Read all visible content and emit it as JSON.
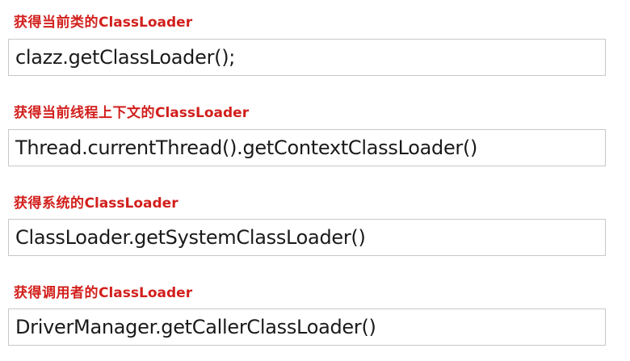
{
  "sections": [
    {
      "heading_cjk": "获得当前类的",
      "heading_latin": "ClassLoader",
      "code": "clazz.getClassLoader();"
    },
    {
      "heading_cjk": "获得当前线程上下文的",
      "heading_latin": "ClassLoader",
      "code": "Thread.currentThread().getContextClassLoader()"
    },
    {
      "heading_cjk": "获得系统的",
      "heading_latin": "ClassLoader",
      "code": "ClassLoader.getSystemClassLoader()"
    },
    {
      "heading_cjk": "获得调用者的",
      "heading_latin": "ClassLoader",
      "code": "DriverManager.getCallerClassLoader()"
    }
  ],
  "colors": {
    "heading": "#d21f1c",
    "code_text": "#1a1a1a",
    "box_border": "#c8c8c8",
    "background": "#ffffff"
  }
}
